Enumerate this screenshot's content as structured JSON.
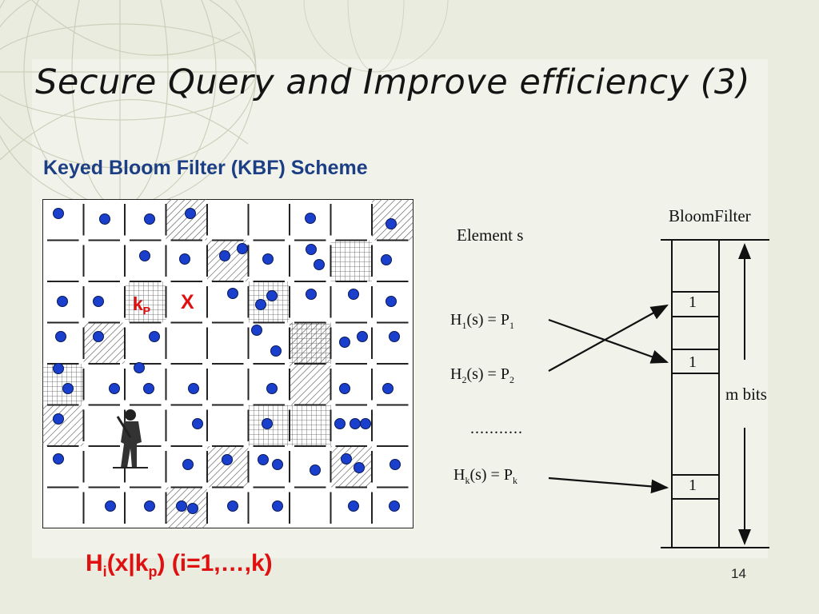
{
  "slide": {
    "title": "Secure Query and Improve efficiency (3)",
    "subtitle": "Keyed Bloom Filter (KBF) Scheme",
    "page_number": "14"
  },
  "formula": {
    "h": "H",
    "i": "i",
    "open": "(x|k",
    "p": "p",
    "rest": ") (i=1,…,k)"
  },
  "grid": {
    "key_label_main": "k",
    "key_label_sub": "P",
    "target_label": "X"
  },
  "diagram": {
    "element_label": "Element s",
    "filter_label": "BloomFilter",
    "hash1": {
      "h": "H",
      "sub": "1",
      "mid": "(s) = P",
      "psub": "1"
    },
    "hash2": {
      "h": "H",
      "sub": "2",
      "mid": "(s) = P",
      "psub": "2"
    },
    "hashk": {
      "h": "H",
      "sub": "k",
      "mid": "(s) = P",
      "psub": "k"
    },
    "ellipsis": "...........",
    "bit_values": [
      "1",
      "1",
      "1"
    ],
    "size_label": "m bits"
  },
  "colors": {
    "title_blue": "#1b3e84",
    "accent_red": "#e01010",
    "dot_blue": "#1a3fcc"
  }
}
